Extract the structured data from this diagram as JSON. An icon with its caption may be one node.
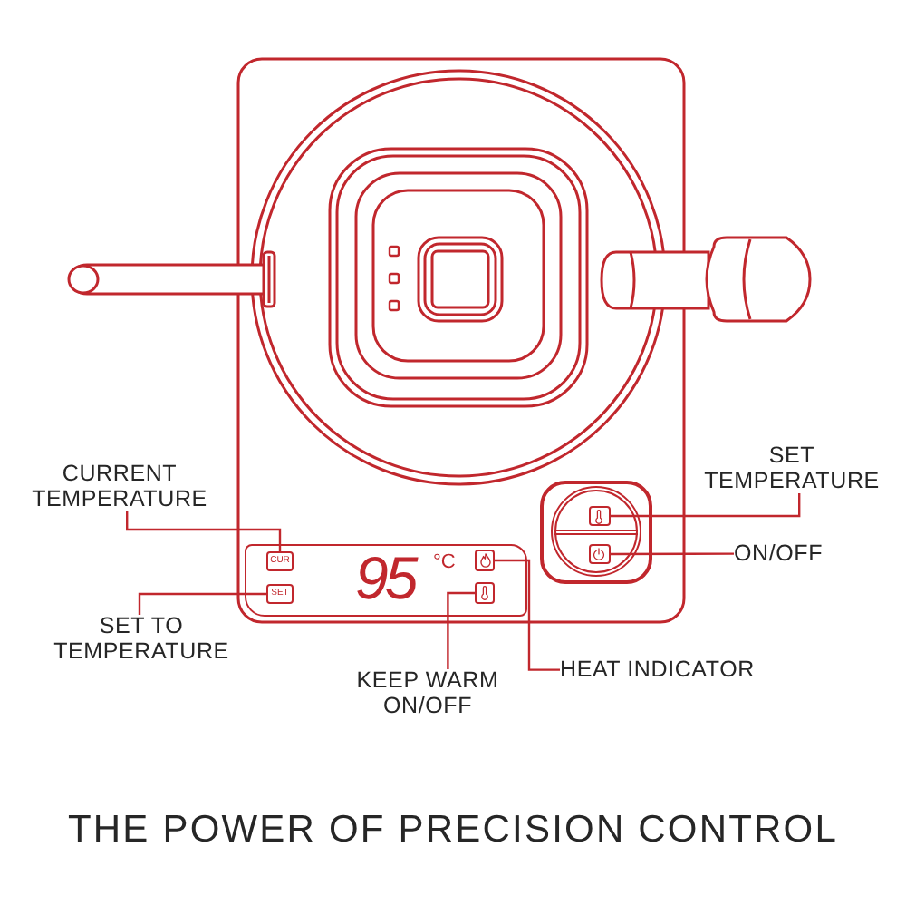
{
  "diagram": {
    "title": "THE POWER OF PRECISION CONTROL",
    "nodes": [
      {
        "text": [
          "CURRENT TEMPERATURE"
        ]
      },
      {
        "text": [
          "95",
          "°C"
        ]
      },
      {
        "text": [
          "CUR"
        ],
        "in": 1
      },
      {
        "text": [
          "SET"
        ],
        "in": 1
      },
      {
        "text": [],
        "shape": "box",
        "in": 1
      },
      {
        "text": [],
        "shape": "box",
        "in": 1
      },
      {
        "text": [
          "SET TEMPERATURE"
        ]
      },
      {
        "text": [],
        "shape": "box"
      },
      {
        "text": [],
        "shape": "box",
        "in": 7
      },
      {
        "text": [],
        "shape": "box",
        "in": 7
      },
      {
        "text": [
          "ON/OFF"
        ]
      },
      {
        "text": [
          "SET TO TEMPERATURE"
        ]
      },
      {
        "text": [
          "KEEP WARM ON/OFF"
        ]
      },
      {
        "text": [
          "HEAT INDICATOR"
        ]
      }
    ],
    "edges": [
      {
        "from": 0,
        "to": 2,
        "arrow": "none"
      },
      {
        "from": 11,
        "to": 3,
        "arrow": "none"
      },
      {
        "from": 12,
        "to": 5,
        "arrow": "none"
      },
      {
        "from": 13,
        "to": 4,
        "arrow": "none"
      },
      {
        "from": 6,
        "to": 8,
        "arrow": "none"
      },
      {
        "from": 10,
        "to": 9,
        "arrow": "none"
      }
    ]
  }
}
